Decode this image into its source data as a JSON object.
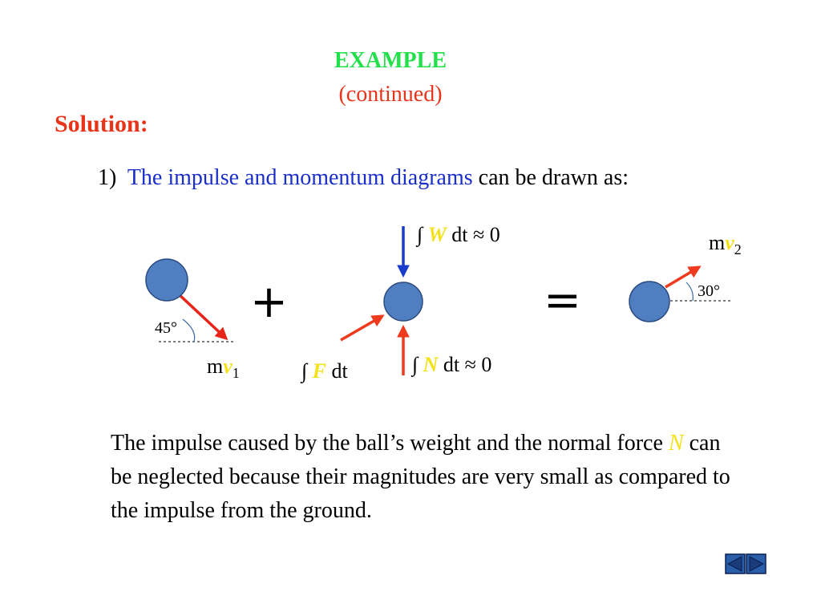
{
  "slide": {
    "title": "EXAMPLE",
    "subtitle": "(continued)",
    "heading": "Solution:",
    "step_number": "1)",
    "step_highlight": "The impulse and momentum diagrams",
    "step_rest": "can be drawn as:"
  },
  "diagram": {
    "mv1": {
      "m": "m",
      "v": "v",
      "sub": "1"
    },
    "mv2": {
      "m": "m",
      "v": "v",
      "sub": "2"
    },
    "angle1": "45°",
    "angle2": "30°",
    "plus": "+",
    "equals": "=",
    "w_label": {
      "int": "∫",
      "sym": "W",
      "rest": "dt ≈ 0"
    },
    "n_label": {
      "int": "∫",
      "sym": "N",
      "rest": "dt ≈ 0"
    },
    "f_label": {
      "int": "∫",
      "sym": "F",
      "rest": "dt"
    }
  },
  "paragraph": {
    "part1": "The impulse caused by the ball’s weight and the normal force",
    "symbol": "N",
    "part2": "can be neglected because their magnitudes are very small as compared to the impulse from the ground."
  },
  "colors": {
    "title_green": "#22e04a",
    "accent_red": "#e8341a",
    "link_blue": "#1a2ecc",
    "symbol_yellow": "#f3e21a",
    "ball_blue": "#4f7fc0",
    "arrow_red": "#f03a1e",
    "arrow_blue": "#1a3ccc"
  },
  "navigation": {
    "prev_icon": "triangle-left-icon",
    "next_icon": "triangle-right-icon"
  }
}
